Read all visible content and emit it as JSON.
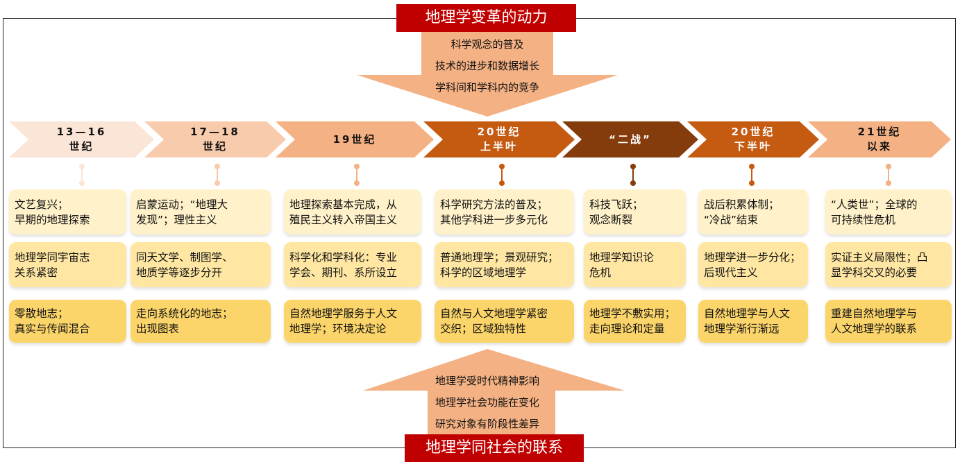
{
  "top": {
    "title": "地理学变革的动力",
    "lines": [
      "科学观念的普及",
      "技术的进步和数据增长",
      "学科间和学科内的竞争"
    ]
  },
  "bottom": {
    "title": "地理学同社会的联系",
    "lines": [
      "地理学受时代精神影响",
      "地理学社会功能在变化",
      "研究对象有阶段性差异"
    ]
  },
  "colors": {
    "title_bg": "#c00000",
    "arrow": "#f4b183",
    "stage_fills": [
      "#fbe5d6",
      "#f8cbad",
      "#f4b183",
      "#c55a11",
      "#843c0c",
      "#c55a11",
      "#f4b183"
    ],
    "row_fills": [
      "#fff1c9",
      "#ffe7a3",
      "#fcd56a"
    ]
  },
  "stages": [
    {
      "line1": "13—16",
      "line2": "世纪",
      "rows": [
        "文艺复兴；\n早期的地理探索",
        "地理学同宇宙志\n关系紧密",
        "零散地志；\n真实与传闻混合"
      ]
    },
    {
      "line1": "17—18",
      "line2": "世纪",
      "rows": [
        "启蒙运动；“地理大\n发现”；理性主义",
        "同天文学、制图学、\n地质学等逐步分开",
        "走向系统化的地志；\n出现图表"
      ]
    },
    {
      "line1": "19世纪",
      "line2": "",
      "rows": [
        "地理探索基本完成，从\n殖民主义转入帝国主义",
        "科学化和学科化：专业\n学会、期刊、系所设立",
        "自然地理学服务于人文\n地理学；环境决定论"
      ]
    },
    {
      "line1": "20世纪",
      "line2": "上半叶",
      "rows": [
        "科学研究方法的普及；\n其他学科进一步多元化",
        "普通地理学；景观研究；\n科学的区域地理学",
        "自然与人文地理学紧密\n交织；区域独特性"
      ]
    },
    {
      "line1": "“二战”",
      "line2": "",
      "rows": [
        "科技飞跃；\n观念断裂",
        "地理学知识论\n危机",
        "地理学不敷实用；\n走向理论和定量"
      ]
    },
    {
      "line1": "20世纪",
      "line2": "下半叶",
      "rows": [
        "战后积累体制；\n“冷战”结束",
        "地理学进一步分化；\n后现代主义",
        "自然地理学与人文\n地理学渐行渐远"
      ]
    },
    {
      "line1": "21世纪",
      "line2": "以来",
      "rows": [
        "“人类世”；全球的\n可持续性危机",
        "实证主义局限性；凸\n显学科交叉的必要",
        "重建自然地理学与\n人文地理学的联系"
      ]
    }
  ]
}
